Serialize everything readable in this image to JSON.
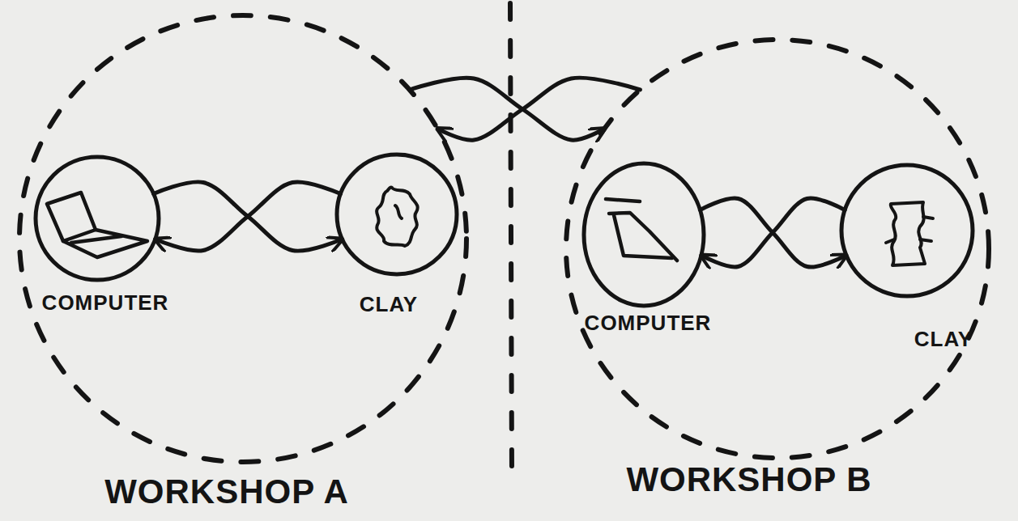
{
  "diagram": {
    "nodes": [
      {
        "text": [
          "WORKSHOP A"
        ]
      },
      {
        "text": [
          "COMPUTER"
        ],
        "in": 0
      },
      {
        "text": [
          "CLAY"
        ],
        "in": 0
      },
      {
        "text": [
          "WORKSHOP B"
        ]
      },
      {
        "text": [
          "COMPUTER"
        ],
        "in": 3
      },
      {
        "text": [
          "CLAY"
        ],
        "in": 3
      }
    ],
    "edges": [
      {
        "from": 1,
        "to": 2,
        "arrow": "both"
      },
      {
        "from": 4,
        "to": 5,
        "arrow": "both"
      },
      {
        "from": 0,
        "to": 3,
        "arrow": "both"
      }
    ]
  }
}
